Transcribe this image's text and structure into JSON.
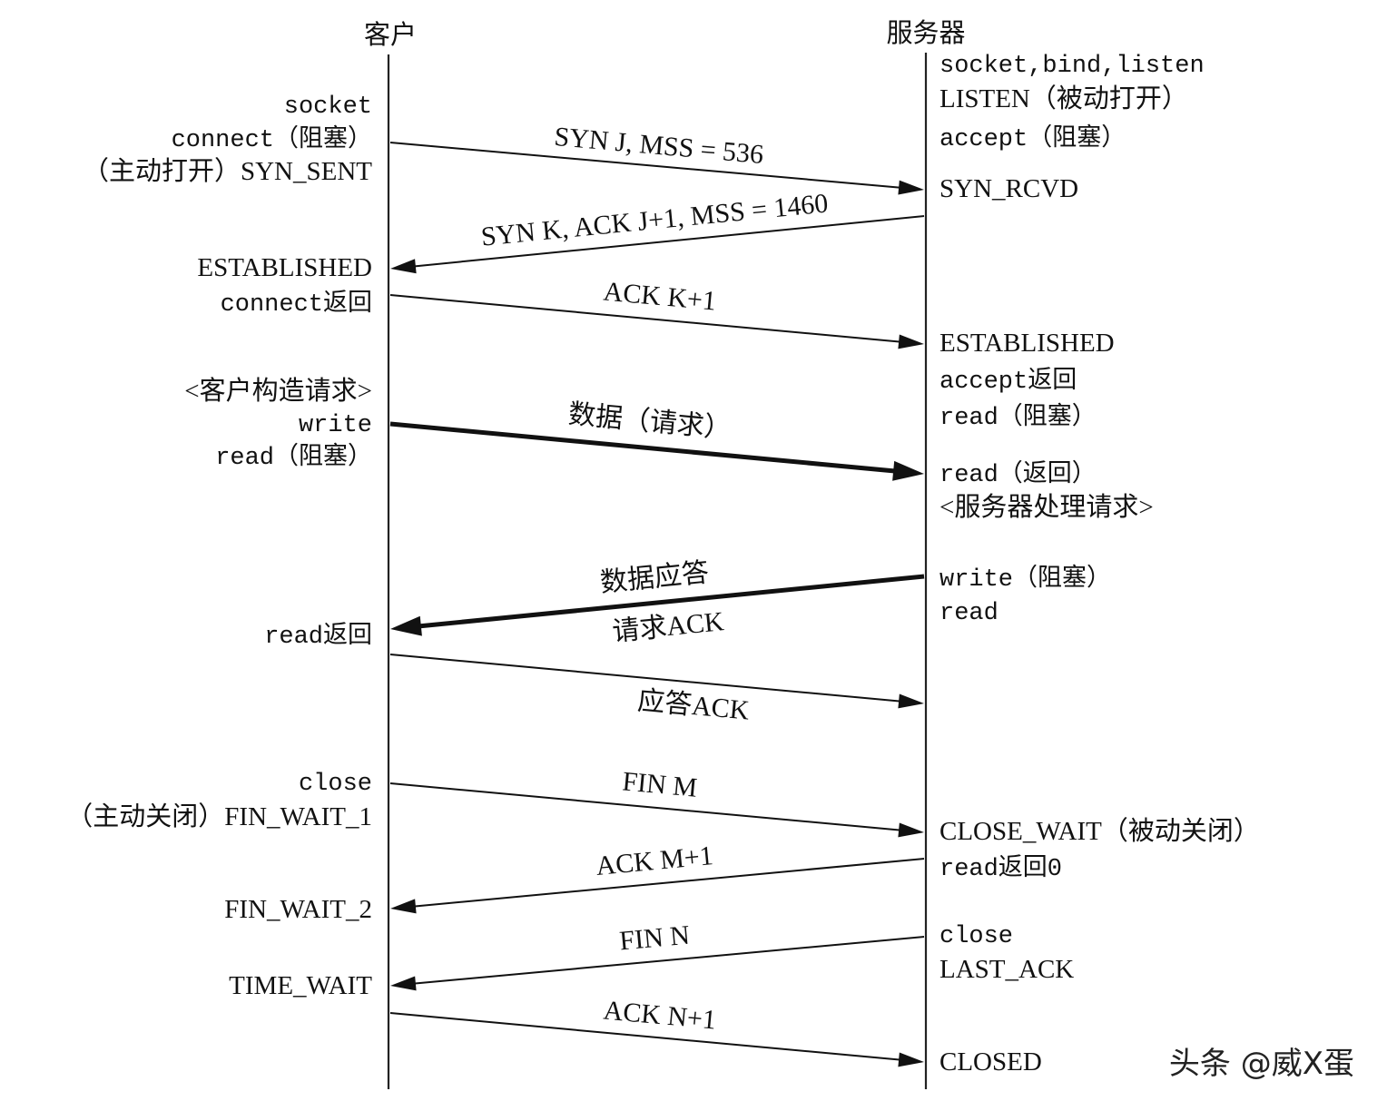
{
  "headers": {
    "client": "客户",
    "server": "服务器"
  },
  "client_labels": [
    {
      "text": "socket",
      "mono": true
    },
    {
      "text": "connect（阻塞）",
      "mono": true
    },
    {
      "text": "（主动打开）SYN_SENT",
      "mono": false
    },
    {
      "text": "ESTABLISHED",
      "mono": false
    },
    {
      "text": "connect返回",
      "mono": true
    },
    {
      "text": "<客户构造请求>",
      "mono": false
    },
    {
      "text": "write",
      "mono": true
    },
    {
      "text": "read（阻塞）",
      "mono": true
    },
    {
      "text": "read返回",
      "mono": true
    },
    {
      "text": "close",
      "mono": true
    },
    {
      "text": "（主动关闭）FIN_WAIT_1",
      "mono": false
    },
    {
      "text": "FIN_WAIT_2",
      "mono": false
    },
    {
      "text": "TIME_WAIT",
      "mono": false
    }
  ],
  "server_labels": [
    {
      "text": "socket,bind,listen",
      "mono": true
    },
    {
      "text": "LISTEN（被动打开）",
      "mono": false
    },
    {
      "text": "accept（阻塞）",
      "mono": true
    },
    {
      "text": "SYN_RCVD",
      "mono": false
    },
    {
      "text": "ESTABLISHED",
      "mono": false
    },
    {
      "text": "accept返回",
      "mono": true
    },
    {
      "text": "read（阻塞）",
      "mono": true
    },
    {
      "text": "read（返回）",
      "mono": true
    },
    {
      "text": "<服务器处理请求>",
      "mono": false
    },
    {
      "text": "write（阻塞）",
      "mono": true
    },
    {
      "text": "read",
      "mono": true
    },
    {
      "text": "CLOSE_WAIT（被动关闭）",
      "mono": false
    },
    {
      "text": "read返回0",
      "mono": true
    },
    {
      "text": "close",
      "mono": true
    },
    {
      "text": "LAST_ACK",
      "mono": false
    },
    {
      "text": "CLOSED",
      "mono": false
    }
  ],
  "messages": [
    {
      "label": "SYN J, MSS = 536",
      "direction": "client-to-server",
      "bold": false
    },
    {
      "label": "SYN K, ACK J+1, MSS = 1460",
      "direction": "server-to-client",
      "bold": false
    },
    {
      "label": "ACK K+1",
      "direction": "client-to-server",
      "bold": false
    },
    {
      "label": "数据（请求）",
      "direction": "client-to-server",
      "bold": true
    },
    {
      "label": "数据应答",
      "label2": "请求ACK",
      "direction": "server-to-client",
      "bold": true
    },
    {
      "label": "应答ACK",
      "direction": "client-to-server",
      "bold": false
    },
    {
      "label": "FIN M",
      "direction": "client-to-server",
      "bold": false
    },
    {
      "label": "ACK M+1",
      "direction": "server-to-client",
      "bold": false
    },
    {
      "label": "FIN N",
      "direction": "server-to-client",
      "bold": false
    },
    {
      "label": "ACK N+1",
      "direction": "client-to-server",
      "bold": false
    }
  ],
  "watermark": "头条 @威X蛋"
}
